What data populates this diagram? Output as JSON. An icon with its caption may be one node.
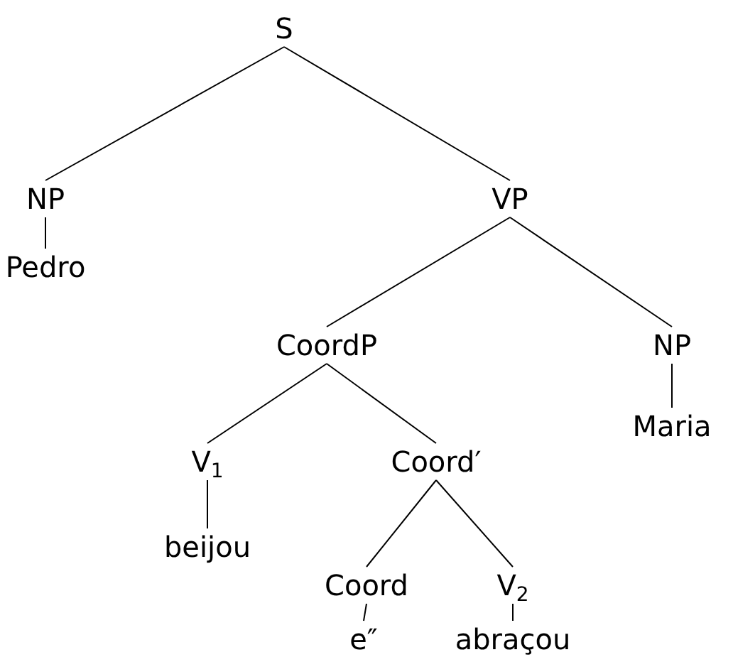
{
  "diagram": {
    "nodes": [
      {
        "text": [
          "S"
        ]
      },
      {
        "text": [
          "NP"
        ]
      },
      {
        "text": [
          "VP"
        ]
      },
      {
        "text": [
          "Pedro"
        ]
      },
      {
        "text": [
          "CoordP"
        ]
      },
      {
        "text": [
          "NP"
        ]
      },
      {
        "text": [
          "V$_{1}$"
        ]
      },
      {
        "text": [
          "Coord′"
        ]
      },
      {
        "text": [
          "Maria"
        ]
      },
      {
        "text": [
          "beijou"
        ]
      },
      {
        "text": [
          "Coord"
        ]
      },
      {
        "text": [
          "V$_{2}$"
        ]
      },
      {
        "text": [
          "e″"
        ]
      },
      {
        "text": [
          "abraçou"
        ]
      }
    ],
    "edges": [
      {
        "from": 0,
        "to": 1,
        "arrow": "none"
      },
      {
        "from": 0,
        "to": 2,
        "arrow": "none"
      },
      {
        "from": 1,
        "to": 3,
        "arrow": "none"
      },
      {
        "from": 2,
        "to": 4,
        "arrow": "none"
      },
      {
        "from": 2,
        "to": 5,
        "arrow": "none"
      },
      {
        "from": 4,
        "to": 6,
        "arrow": "none"
      },
      {
        "from": 4,
        "to": 7,
        "arrow": "none"
      },
      {
        "from": 5,
        "to": 8,
        "arrow": "none"
      },
      {
        "from": 6,
        "to": 9,
        "arrow": "none"
      },
      {
        "from": 7,
        "to": 10,
        "arrow": "none"
      },
      {
        "from": 7,
        "to": 11,
        "arrow": "none"
      },
      {
        "from": 10,
        "to": 12,
        "arrow": "none"
      },
      {
        "from": 11,
        "to": 13,
        "arrow": "none"
      }
    ]
  }
}
